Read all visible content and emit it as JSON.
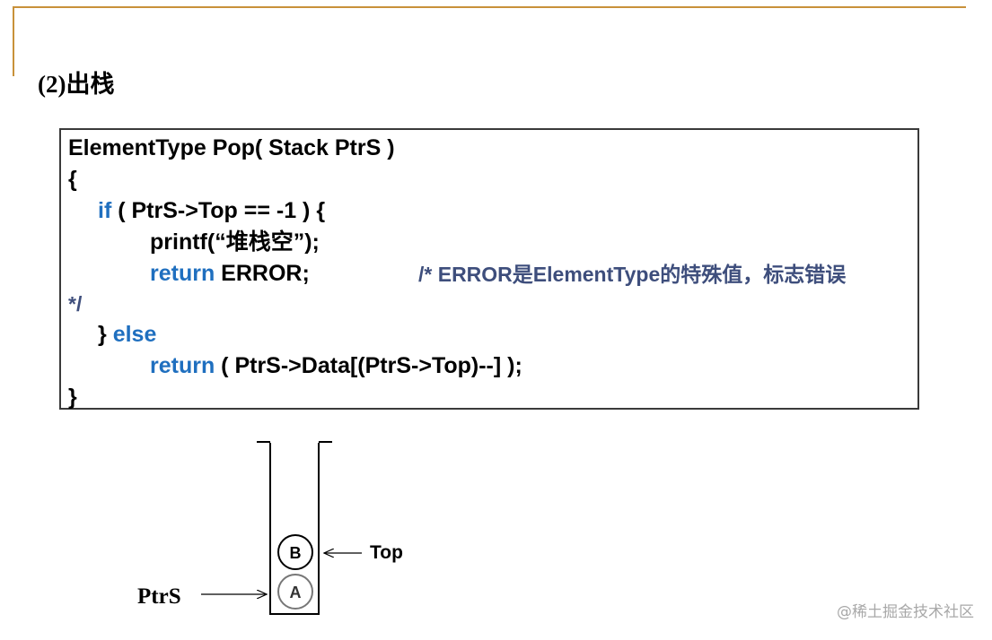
{
  "heading": "(2)出栈",
  "code": {
    "line1": "ElementType Pop( Stack PtrS )",
    "line2": "{",
    "line3_kw": "if",
    "line3_rest": " ( PtrS->Top == -1 ) {",
    "line4": "printf(“堆栈空”);",
    "line5_kw": "return",
    "line5_rest": " ERROR;",
    "line5_comment": "/* ERROR是ElementType的特殊值，标志错误",
    "line6": "*/",
    "line7_brace": "} ",
    "line7_kw": "else",
    "line8_kw": "return",
    "line8_rest": " ( PtrS->Data[(PtrS->Top)--] );",
    "line9": "}"
  },
  "diagram": {
    "top_label": "Top",
    "ptrs_label": "PtrS",
    "node_b": "B",
    "node_a": "A"
  },
  "watermark": "@稀土掘金技术社区",
  "colors": {
    "keyword": "#1f6fbf",
    "comment": "#3e4e7c",
    "rule": "#c8913a"
  }
}
